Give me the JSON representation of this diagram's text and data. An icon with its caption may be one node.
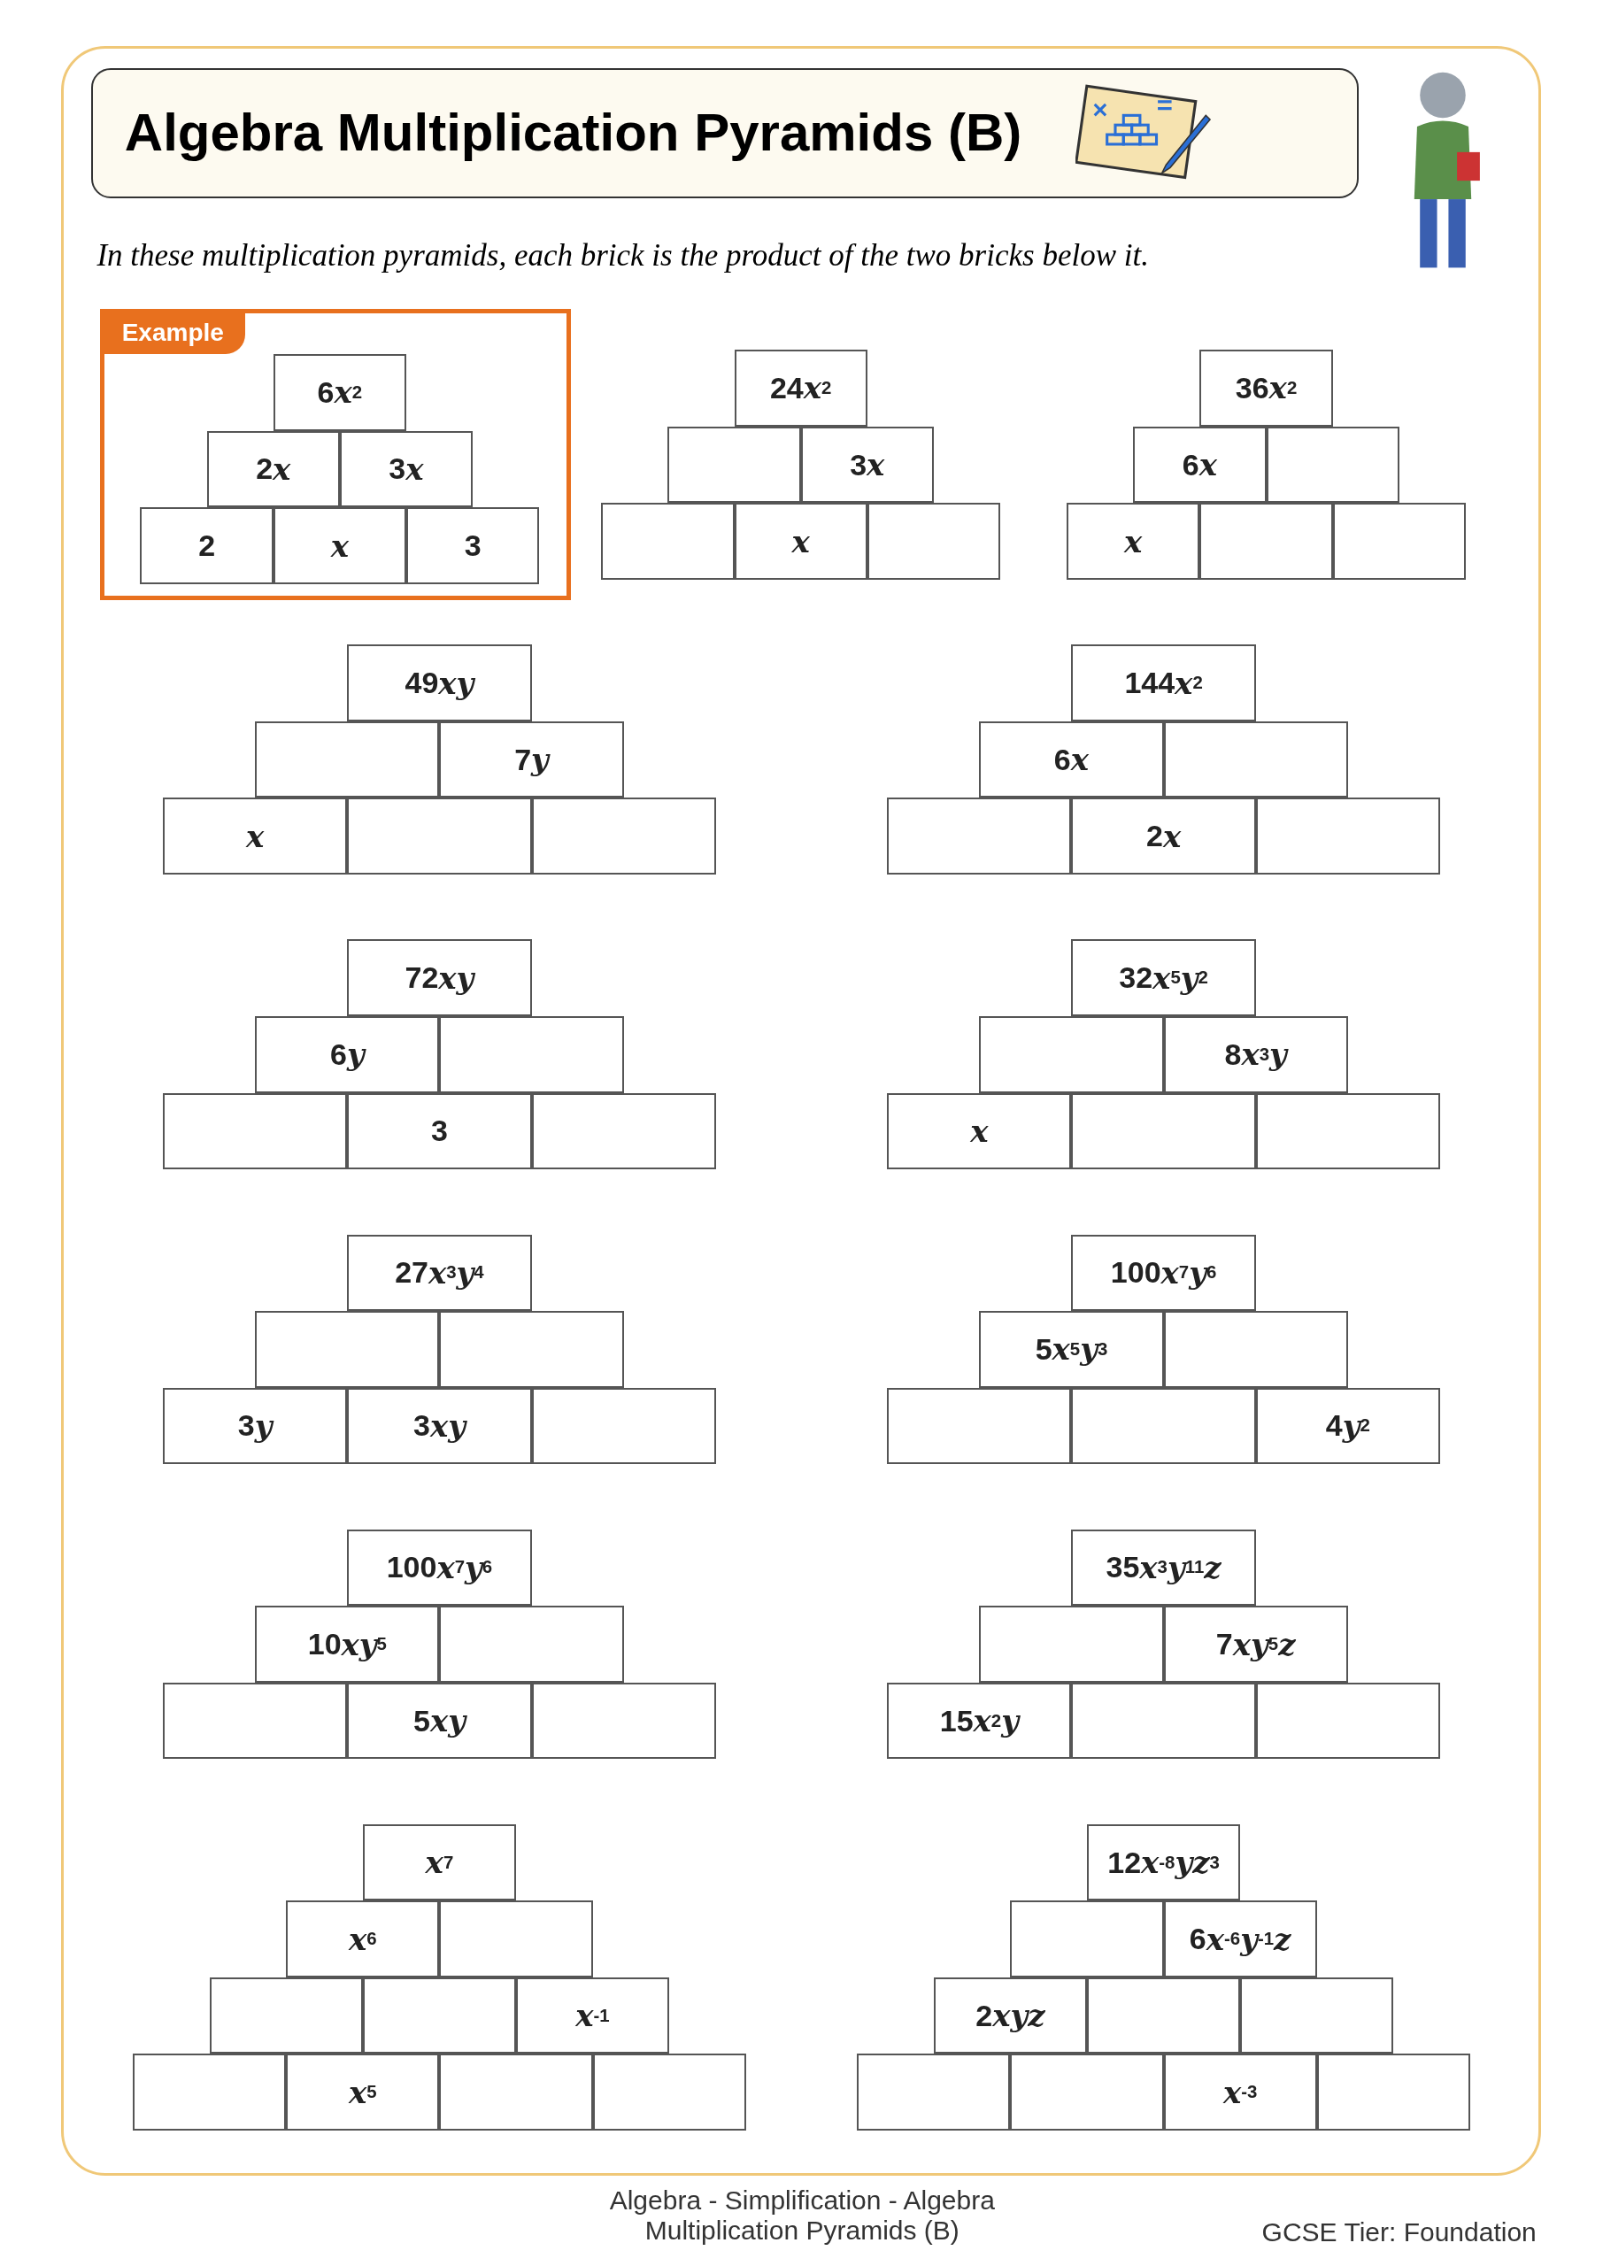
{
  "diagram": {
    "title": "Algebra Multiplication Pyramids (B)",
    "nodes": [
      {
        "text": [
          "Example"
        ]
      },
      {
        "text": [
          "6x$^{2}$"
        ],
        "in": 0
      },
      {
        "text": [
          "2x"
        ],
        "in": 0
      },
      {
        "text": [
          "3x"
        ],
        "in": 0
      },
      {
        "text": [
          "2"
        ],
        "in": 0
      },
      {
        "text": [
          "x"
        ],
        "in": 0
      },
      {
        "text": [
          "3"
        ],
        "in": 0
      },
      {
        "text": [
          "24x$^{2}$"
        ]
      },
      {
        "text": [],
        "shape": "box"
      },
      {
        "text": [
          "3x"
        ]
      },
      {
        "text": [],
        "shape": "box"
      },
      {
        "text": [
          "x"
        ]
      },
      {
        "text": [],
        "shape": "box"
      },
      {
        "text": [
          "36x$^{2}$"
        ]
      },
      {
        "text": [
          "6x"
        ]
      },
      {
        "text": [],
        "shape": "box"
      },
      {
        "text": [
          "x"
        ]
      },
      {
        "text": [],
        "shape": "box"
      },
      {
        "text": [],
        "shape": "box"
      },
      {
        "text": [
          "49xy"
        ]
      },
      {
        "text": [],
        "shape": "box"
      },
      {
        "text": [
          "7y"
        ]
      },
      {
        "text": [
          "x"
        ]
      },
      {
        "text": [],
        "shape": "box"
      },
      {
        "text": [],
        "shape": "box"
      },
      {
        "text": [
          "144x$^{2}$"
        ]
      },
      {
        "text": [
          "6x"
        ]
      },
      {
        "text": [],
        "shape": "box"
      },
      {
        "text": [],
        "shape": "box"
      },
      {
        "text": [
          "2x"
        ]
      },
      {
        "text": [],
        "shape": "box"
      },
      {
        "text": [
          "72xy"
        ]
      },
      {
        "text": [
          "6y"
        ]
      },
      {
        "text": [],
        "shape": "box"
      },
      {
        "text": [],
        "shape": "box"
      },
      {
        "text": [
          "3"
        ]
      },
      {
        "text": [],
        "shape": "box"
      },
      {
        "text": [
          "32x$^{5}$y$^{2}$"
        ]
      },
      {
        "text": [],
        "shape": "box"
      },
      {
        "text": [
          "8x$^{3}$y"
        ]
      },
      {
        "text": [
          "x"
        ]
      },
      {
        "text": [],
        "shape": "box"
      },
      {
        "text": [],
        "shape": "box"
      },
      {
        "text": [
          "27x$^{3}$y$^{4}$"
        ]
      },
      {
        "text": [],
        "shape": "box"
      },
      {
        "text": [],
        "shape": "box"
      },
      {
        "text": [
          "3y"
        ]
      },
      {
        "text": [
          "3xy"
        ]
      },
      {
        "text": [],
        "shape": "box"
      },
      {
        "text": [
          "100x$^{7}$y$^{6}$"
        ]
      },
      {
        "text": [
          "5x$^{5}$y$^{3}$"
        ]
      },
      {
        "text": [],
        "shape": "box"
      },
      {
        "text": [],
        "shape": "box"
      },
      {
        "text": [],
        "shape": "box"
      },
      {
        "text": [
          "4y$^{2}$"
        ]
      },
      {
        "text": [
          "100x$^{7}$y$^{6}$"
        ]
      },
      {
        "text": [
          "10xy$^{5}$"
        ]
      },
      {
        "text": [],
        "shape": "box"
      },
      {
        "text": [],
        "shape": "box"
      },
      {
        "text": [
          "5xy"
        ]
      },
      {
        "text": [],
        "shape": "box"
      },
      {
        "text": [
          "35x$^{3}$y$^{11}$z"
        ]
      },
      {
        "text": [],
        "shape": "box"
      },
      {
        "text": [
          "7xy$^{5}$z"
        ]
      },
      {
        "text": [
          "15x$^{2}$y"
        ]
      },
      {
        "text": [],
        "shape": "box"
      },
      {
        "text": [],
        "shape": "box"
      },
      {
        "text": [
          "x$^{7}$"
        ]
      },
      {
        "text": [
          "x$^{6}$"
        ]
      },
      {
        "text": [],
        "shape": "box"
      },
      {
        "text": [],
        "shape": "box"
      },
      {
        "text": [],
        "shape": "box"
      },
      {
        "text": [
          "x$^{-1}$"
        ]
      },
      {
        "text": [],
        "shape": "box"
      },
      {
        "text": [
          "x$^{5}$"
        ]
      },
      {
        "text": [],
        "shape": "box"
      },
      {
        "text": [],
        "shape": "box"
      },
      {
        "text": [
          "12x$^{-8}$yz$^{3}$"
        ]
      },
      {
        "text": [],
        "shape": "box"
      },
      {
        "text": [
          "6x$^{-6}$y$^{-1}$z"
        ]
      },
      {
        "text": [
          "2xyz"
        ]
      },
      {
        "text": [],
        "shape": "box"
      },
      {
        "text": [],
        "shape": "box"
      },
      {
        "text": [],
        "shape": "box"
      },
      {
        "text": [],
        "shape": "box"
      },
      {
        "text": [
          "x$^{-3}$"
        ]
      },
      {
        "text": [],
        "shape": "box"
      }
    ],
    "labels": [
      "In these multiplication pyramids, each brick is the product of the two bricks below it.",
      "Algebra - Simplification - Algebra Multiplication Pyramids (B)",
      "GCSE Tier: Foundation"
    ]
  }
}
